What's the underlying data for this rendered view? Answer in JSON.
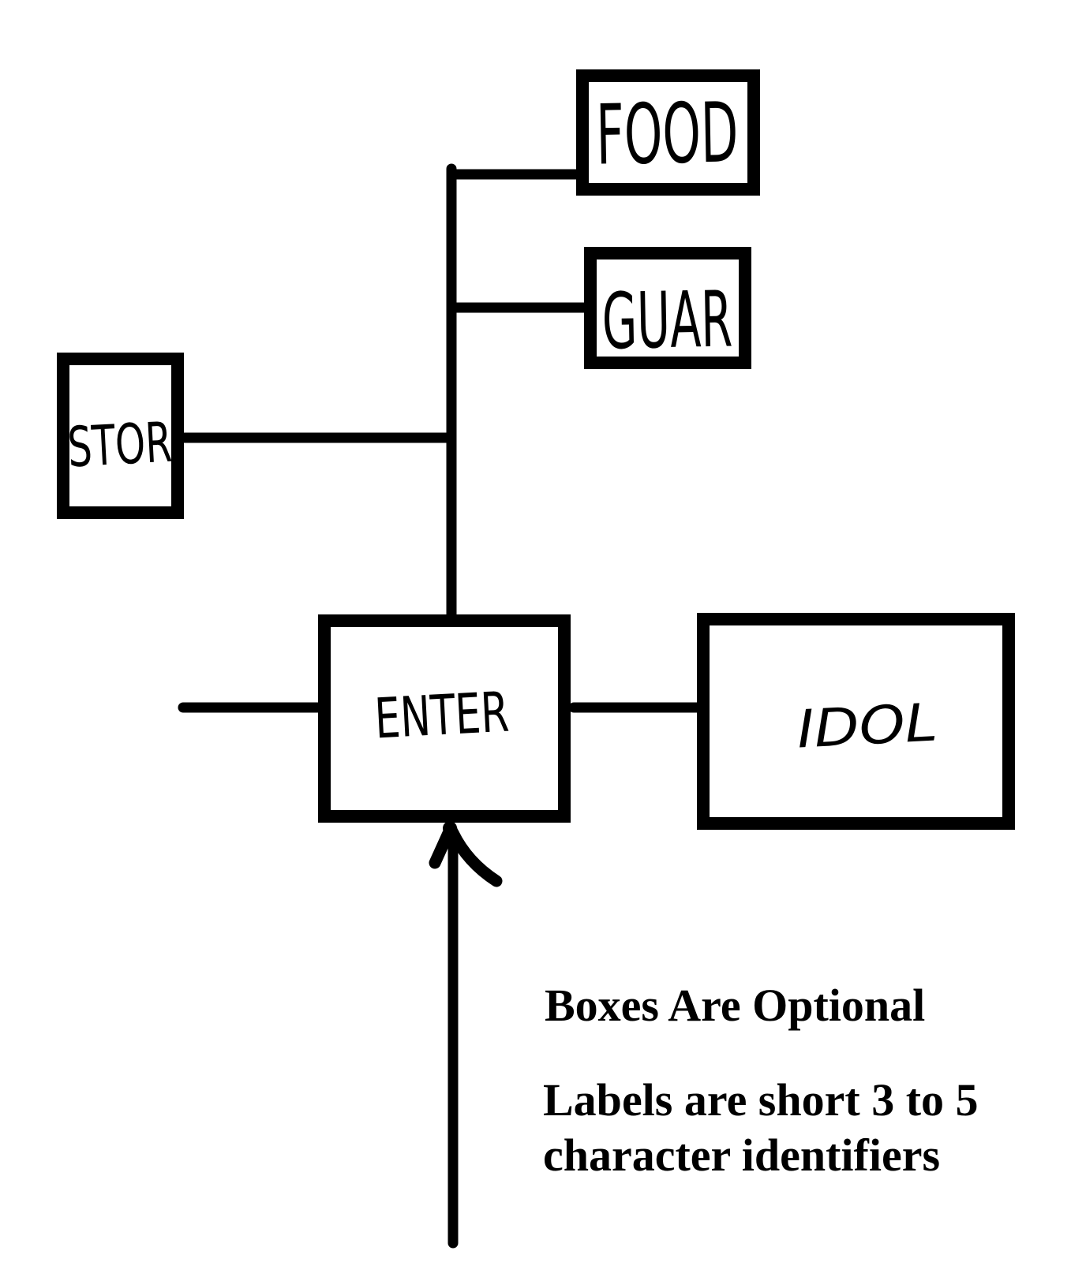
{
  "canvas": {
    "background": "#ffffff",
    "ink": "#000000"
  },
  "boxes": [
    {
      "id": "food",
      "label": "FOOD"
    },
    {
      "id": "guar",
      "label": "GUAR"
    },
    {
      "id": "stor",
      "label": "STOR"
    },
    {
      "id": "enter",
      "label": "ENTER"
    },
    {
      "id": "idol",
      "label": "IDOL"
    }
  ],
  "notes": {
    "line1": "Boxes Are Optional",
    "line2": "Labels are short 3 to 5",
    "line3": "character identifiers"
  }
}
